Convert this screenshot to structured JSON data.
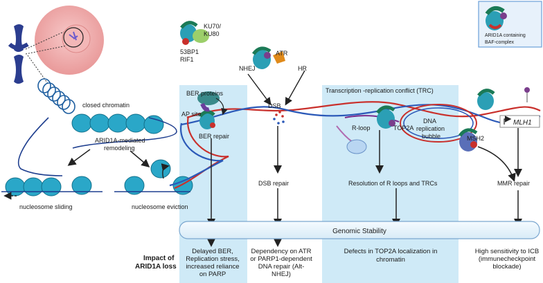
{
  "legend": {
    "line1": "ARID1A containing",
    "line2": "BAF-complex"
  },
  "left": {
    "closed_chromatin": "closed chromatin",
    "remodeling_line1": "ARID1A-mediated",
    "remodeling_line2": "remodeling",
    "sliding": "nucleosome sliding",
    "eviction": "nucleosome eviction"
  },
  "proteins": {
    "ku_line1": "KU70/",
    "ku_line2": "KU80",
    "bp_line1": "53BP1",
    "bp_line2": "RIF1",
    "atr": "ATR",
    "msh2": "MSH2",
    "top2a": "TOP2A",
    "mlh1": "MLH1"
  },
  "pathways": {
    "ber_proteins": "BER proteins",
    "ap_site": "AP site",
    "ber_repair": "BER repair",
    "nhej": "NHEJ",
    "hr": "HR",
    "dsb": "DSB",
    "dsb_repair": "DSB repair",
    "trc": "Transcription -replication conflict (TRC)",
    "rloop": "R-loop",
    "dna_rep_line1": "DNA",
    "dna_rep_line2": "replication",
    "dna_rep_line3": "bubble",
    "resolution": "Resolution of R loops and TRCs",
    "mmr_repair": "MMR repair"
  },
  "genomic_stability": "Genomic Stability",
  "impact": {
    "line1": "Impact of",
    "line2": "ARID1A loss"
  },
  "outcomes": {
    "ber": [
      "Delayed BER,",
      "Replication stress,",
      "increased reliance",
      "on PARP"
    ],
    "dsb": [
      "Dependency on ATR",
      "or PARP1-dependent",
      "DNA repair (Alt-",
      "NHEJ)"
    ],
    "top2a": [
      "Defects in TOP2A localization in",
      "chromatin"
    ],
    "icb": [
      "High sensitivity to ICB",
      "(immunecheckpoint",
      "blockade)"
    ]
  },
  "colors": {
    "panel": "#cfeaf7",
    "nucleosome": "#2aa7c8",
    "dna_red": "#c9302c",
    "dna_blue": "#2b59b8",
    "arrow": "#222222",
    "bar": "#e6f2fa"
  }
}
